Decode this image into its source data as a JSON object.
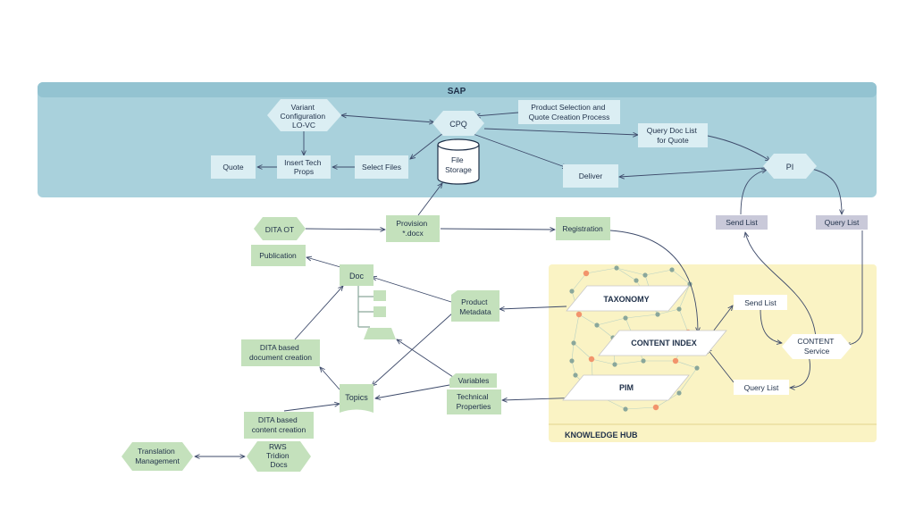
{
  "regions": {
    "sap": "SAP",
    "knowledge_hub": "KNOWLEDGE HUB"
  },
  "nodes": {
    "variant_config": [
      "Variant",
      "Configuration",
      "LO-VC"
    ],
    "cpq": "CPQ",
    "product_selection": [
      "Product Selection and",
      "Quote Creation Process"
    ],
    "query_doc_list": [
      "Query Doc List",
      "for Quote"
    ],
    "pi": "PI",
    "quote": "Quote",
    "insert_tech_props": [
      "Insert Tech",
      "Props"
    ],
    "select_files": "Select Files",
    "file_storage": [
      "File",
      "Storage"
    ],
    "deliver": "Deliver",
    "send_list_tag": "Send List",
    "query_list_tag": "Query List",
    "dita_ot": "DITA OT",
    "provision": [
      "Provision",
      "*.docx"
    ],
    "registration": "Registration",
    "publication": "Publication",
    "doc": "Doc",
    "product_metadata": [
      "Product",
      "Metadata"
    ],
    "dita_document": [
      "DITA based",
      "document creation"
    ],
    "topics": "Topics",
    "variables": "Variables",
    "technical_properties": [
      "Technical",
      "Properties"
    ],
    "dita_content": [
      "DITA based",
      "content creation"
    ],
    "translation": [
      "Translation",
      "Management"
    ],
    "rws": [
      "RWS",
      "Tridion",
      "Docs"
    ],
    "taxonomy": "TAXONOMY",
    "content_index": "CONTENT INDEX",
    "pim": "PIM",
    "send_list_hub": "Send List",
    "content_service": [
      "CONTENT",
      "Service"
    ],
    "query_list_hub": "Query List"
  },
  "colors": {
    "sap_band": "#a9d1dc",
    "sap_header": "#93c3d1",
    "sap_node": "#dbeef3",
    "green_node": "#c4e1bc",
    "hub_bg": "#faf3c4",
    "tag": "#c9c9d9",
    "arrow": "#3d4a6a",
    "node_dot": "#8aa79b",
    "accent_dot": "#f2946c"
  }
}
